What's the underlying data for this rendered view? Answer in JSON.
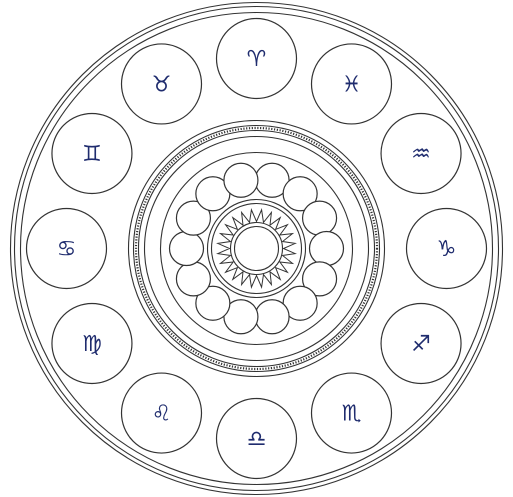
{
  "colors": {
    "line": "#333333",
    "glyph": "#1f2c6e",
    "background": "#ffffff"
  },
  "zodiac": [
    {
      "name": "aries",
      "symbol": "♈"
    },
    {
      "name": "pisces",
      "symbol": "♓"
    },
    {
      "name": "aquarius",
      "symbol": "♒"
    },
    {
      "name": "capricorn",
      "symbol": "♑"
    },
    {
      "name": "sagittarius",
      "symbol": "♐"
    },
    {
      "name": "scorpio",
      "symbol": "♏"
    },
    {
      "name": "libra",
      "symbol": "♎"
    },
    {
      "name": "leo",
      "symbol": "♌"
    },
    {
      "name": "virgo",
      "symbol": "♍"
    },
    {
      "name": "cancer",
      "symbol": "♋"
    },
    {
      "name": "gemini",
      "symbol": "♊"
    },
    {
      "name": "taurus",
      "symbol": "♉"
    }
  ],
  "inner_cells": 14,
  "rosette_petals": 24
}
